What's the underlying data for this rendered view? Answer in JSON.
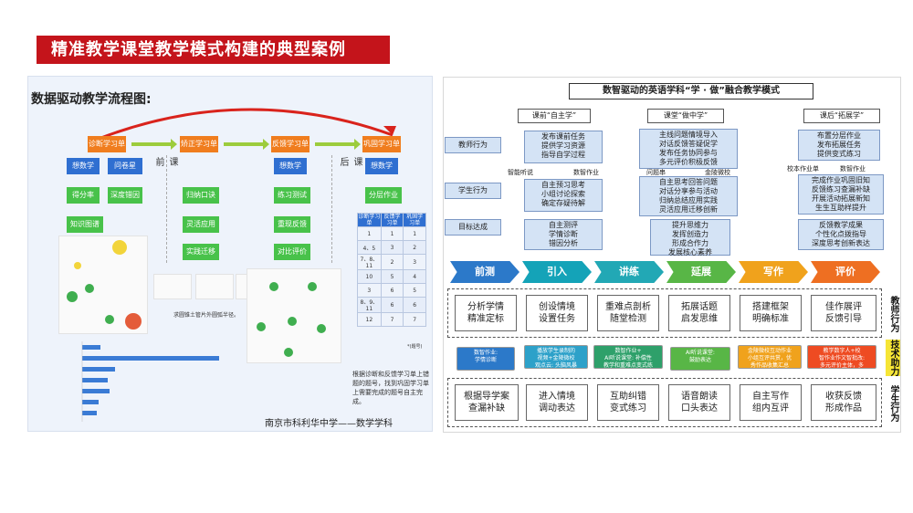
{
  "title": "精准教学课堂教学模式构建的典型案例",
  "left": {
    "heading": "数据驱动教学流程图:",
    "col_labels": {
      "ke": "课",
      "qian": "前",
      "hou": "后"
    },
    "heads": [
      "诊断学习单",
      "矫正学习单",
      "反馈学习单",
      "巩固学习单"
    ],
    "col1": [
      "想数学",
      "问卷星",
      "得分率",
      "深度错因",
      "知识图谱"
    ],
    "col2": [
      "归纳口诀",
      "灵活应用",
      "实践迁移"
    ],
    "col3": [
      "想数学",
      "练习测试",
      "重现反馈",
      "对比评价"
    ],
    "col4": [
      "想数学",
      "分层作业"
    ],
    "photo_caption": "求圆锥土管片外圆弧半径。",
    "table": {
      "headers": [
        "诊断学习单",
        "反馈学习单",
        "巩固学习单"
      ],
      "rows": [
        [
          "1",
          "1",
          "1"
        ],
        [
          "4、5",
          "3",
          "2"
        ],
        [
          "7、8、11",
          "2",
          "3"
        ],
        [
          "10",
          "5",
          "4"
        ],
        [
          "3",
          "6",
          "5"
        ],
        [
          "8、9、11",
          "6",
          "6"
        ],
        [
          "12",
          "7",
          "7"
        ]
      ],
      "footnote": "*(题号)"
    },
    "note": "根据诊断和反馈学习单上错题的题号，找到巩固学习单上需要完成的题号自主完成。",
    "school": "南京市科利华中学——数学学科"
  },
  "right": {
    "title": "数智驱动的英语学科“学 · 做”融合教学模式",
    "phases": [
      "课前“自主学”",
      "课堂“做中学”",
      "课后“拓展学”"
    ],
    "row_labels": [
      "教师行为",
      "学生行为",
      "目标达成"
    ],
    "teacher": [
      "发布课前任务\n提供学习资源\n指导自学过程",
      "主线问题情境导入\n对话反馈答疑促学\n发布任务协同参与\n多元评价积极反馈",
      "布置分层作业\n发布拓展任务\n提供变式练习"
    ],
    "mid_tags": [
      "智能听说",
      "数智作业",
      "问题串",
      "金陵微校",
      "校本作业单",
      "数智作业"
    ],
    "student": [
      "自主预习思考\n小组讨论探索\n确定存疑待解",
      "自主思考回答问题\n对话分享参与活动\n归纳总结应用实践\n灵活应用迁移创新",
      "完成作业巩固旧知\n反馈练习查漏补缺\n开展活动拓展新知\n生生互助样提升"
    ],
    "goal": [
      "自主测评\n学情诊断\n错因分析",
      "提升思维力\n发挥创造力\n形成合作力\n发展核心素养",
      "反馈教学成果\n个性化点拨指导\n深度思考创新表达"
    ],
    "steps": [
      "前测",
      "引入",
      "讲练",
      "延展",
      "写作",
      "评价"
    ],
    "step_colors": [
      "#2c79c9",
      "#14a3b8",
      "#22a8b5",
      "#58b646",
      "#f0a21c",
      "#ee6f22"
    ],
    "teacher_steps": [
      "分析学情\n精准定标",
      "创设情境\n设置任务",
      "重难点剖析\n随堂检测",
      "拓展话题\n启发思维",
      "搭建框架\n明确标准",
      "佳作展评\n反馈引导"
    ],
    "tech": [
      "数智作业:\n学情诊断",
      "播放学生录制的\n视频+金陵微校\n观点云: 头脑风暴",
      "数智作业+\nAI听说课堂: 补偿性\n教学和重难点变式练",
      "AI听说课堂:\n鼓励表达",
      "金陵微校互动作业\n小组互评共赏，优\n秀作品收集汇总",
      "教学数字人+校\n智作业作文智批改:\n多元评价主体，多\n样作业作品"
    ],
    "tech_colors": [
      "#2c79c9",
      "#2da1c9",
      "#2ea06a",
      "#58b646",
      "#f0a21c",
      "#ee4b22"
    ],
    "student_steps": [
      "根据导学案\n查漏补缺",
      "进入情境\n调动表达",
      "互助纠错\n变式练习",
      "语音朗读\n口头表达",
      "自主写作\n组内互评",
      "收获反馈\n形成作品"
    ],
    "side": [
      "教师行为",
      "技术助力",
      "学生行为"
    ]
  }
}
